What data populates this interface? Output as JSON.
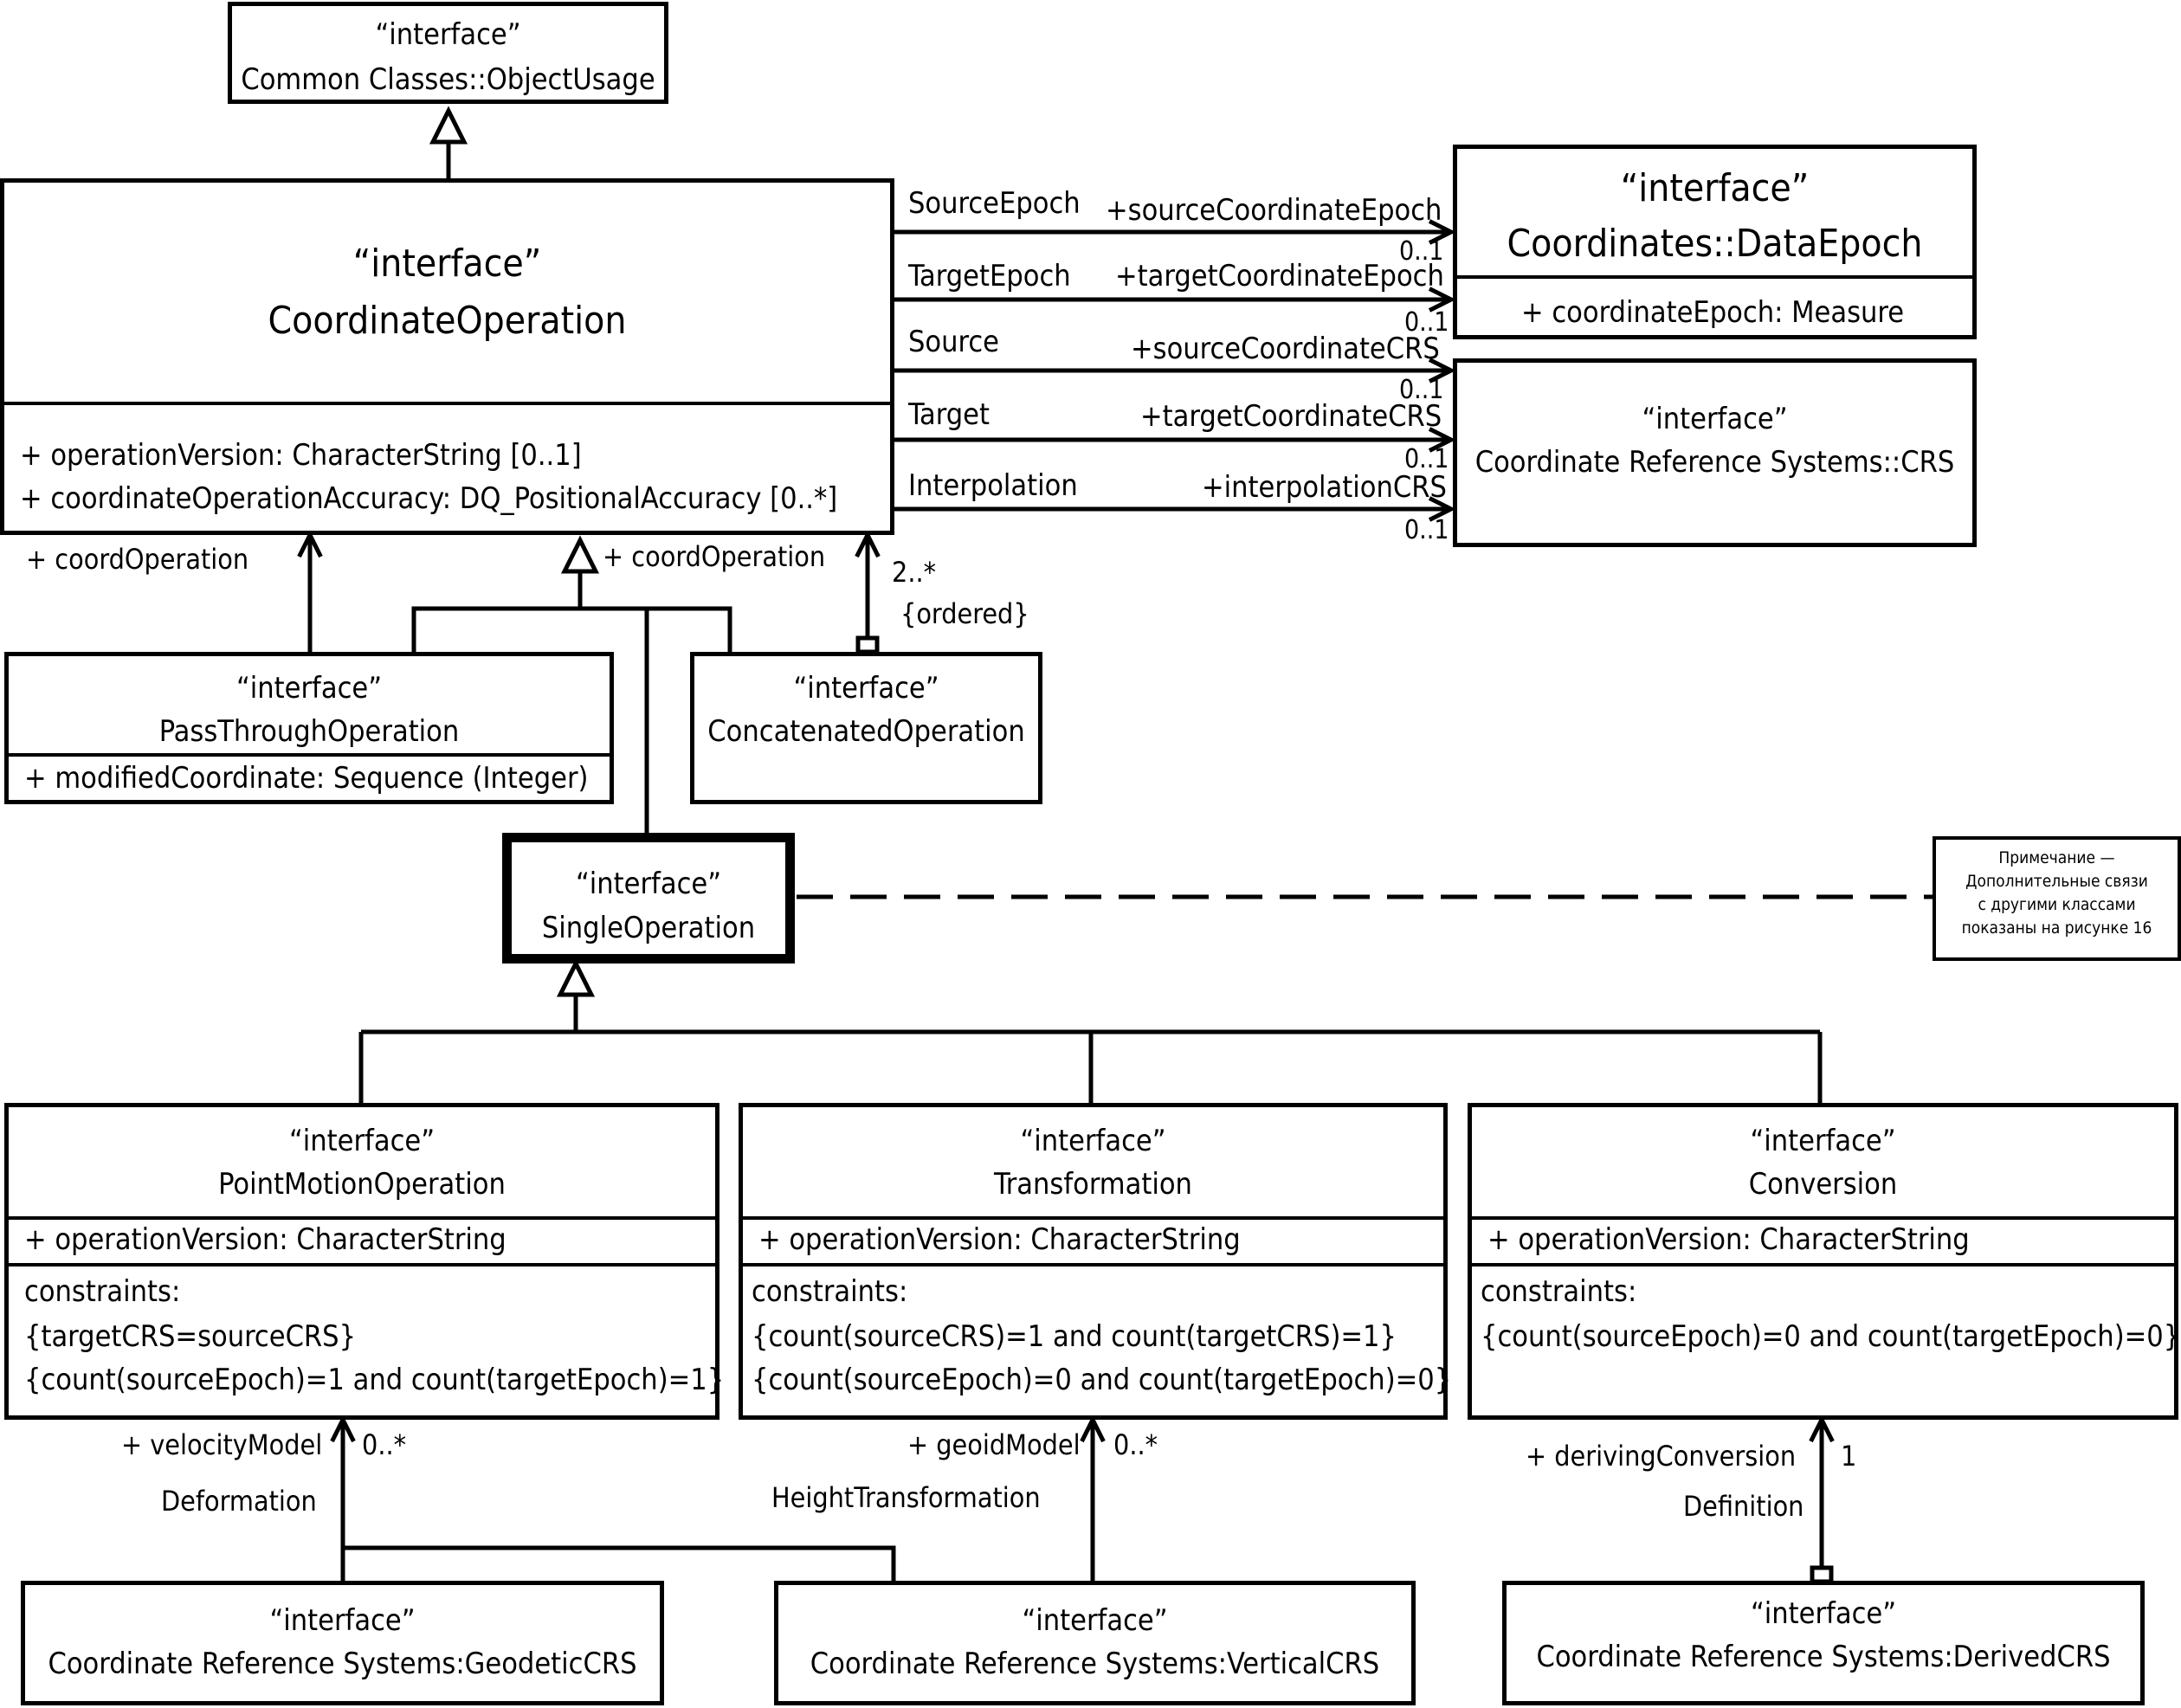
{
  "stereotype": "“interface”",
  "classes": {
    "objectUsage": "Common Classes::ObjectUsage",
    "coordinateOperation": "CoordinateOperation",
    "dataEpoch": "Coordinates::DataEpoch",
    "crs": "Coordinate Reference Systems::CRS",
    "passThrough": "PassThroughOperation",
    "concatenated": "ConcatenatedOperation",
    "singleOperation": "SingleOperation",
    "pointMotion": "PointMotionOperation",
    "transformation": "Transformation",
    "conversion": "Conversion",
    "geodeticCRS": "Coordinate Reference Systems:GeodeticCRS",
    "verticalCRS": "Coordinate Reference Systems:VerticalCRS",
    "derivedCRS": "Coordinate Reference Systems:DerivedCRS"
  },
  "attributes": {
    "coordinateOperation": [
      "+ operationVersion: CharacterString [0..1]",
      "+ coordinateOperationAccuracy: DQ_PositionalAccuracy [0..*]"
    ],
    "dataEpoch": "+ coordinateEpoch: Measure",
    "passThrough": "+ modifiedCoordinate: Sequence (Integer)",
    "pointMotion": "+ operationVersion: CharacterString",
    "transformation": "+ operationVersion: CharacterString",
    "conversion": "+ operationVersion: CharacterString"
  },
  "constraints_label": "constraints:",
  "constraints": {
    "pointMotion": [
      "{targetCRS=sourceCRS}",
      "{count(sourceEpoch)=1 and count(targetEpoch)=1}"
    ],
    "transformation": [
      "{count(sourceCRS)=1 and count(targetCRS)=1}",
      "{count(sourceEpoch)=0 and count(targetEpoch)=0}"
    ],
    "conversion": [
      "{count(sourceEpoch)=0 and count(targetEpoch)=0}"
    ]
  },
  "associations": {
    "sourceEpoch": {
      "name": "SourceEpoch",
      "role": "+sourceCoordinateEpoch",
      "mult": "0..1"
    },
    "targetEpoch": {
      "name": "TargetEpoch",
      "role": "+targetCoordinateEpoch",
      "mult": "0..1"
    },
    "source": {
      "name": "Source",
      "role": "+sourceCoordinateCRS",
      "mult": "0..1"
    },
    "target": {
      "name": "Target",
      "role": "+targetCoordinateCRS",
      "mult": "0..1"
    },
    "interpolation": {
      "name": "Interpolation",
      "role": "+interpolationCRS",
      "mult": "0..1"
    },
    "passThroughRole": "+ coordOperation",
    "concatRole": "+ coordOperation",
    "concatMult": "2..*",
    "concatConstraint": "{ordered}",
    "velocityModel": {
      "role": "+ velocityModel",
      "mult": "0..*",
      "name": "Deformation"
    },
    "geoidModel": {
      "role": "+ geoidModel",
      "mult": "0..*",
      "name": "HeightTransformation"
    },
    "derivingConversion": {
      "role": "+ derivingConversion",
      "mult": "1",
      "name": "Definition"
    }
  },
  "note": [
    "Примечание —",
    "Дополнительные связи",
    "с другими классами",
    "показаны на рисунке 16"
  ]
}
